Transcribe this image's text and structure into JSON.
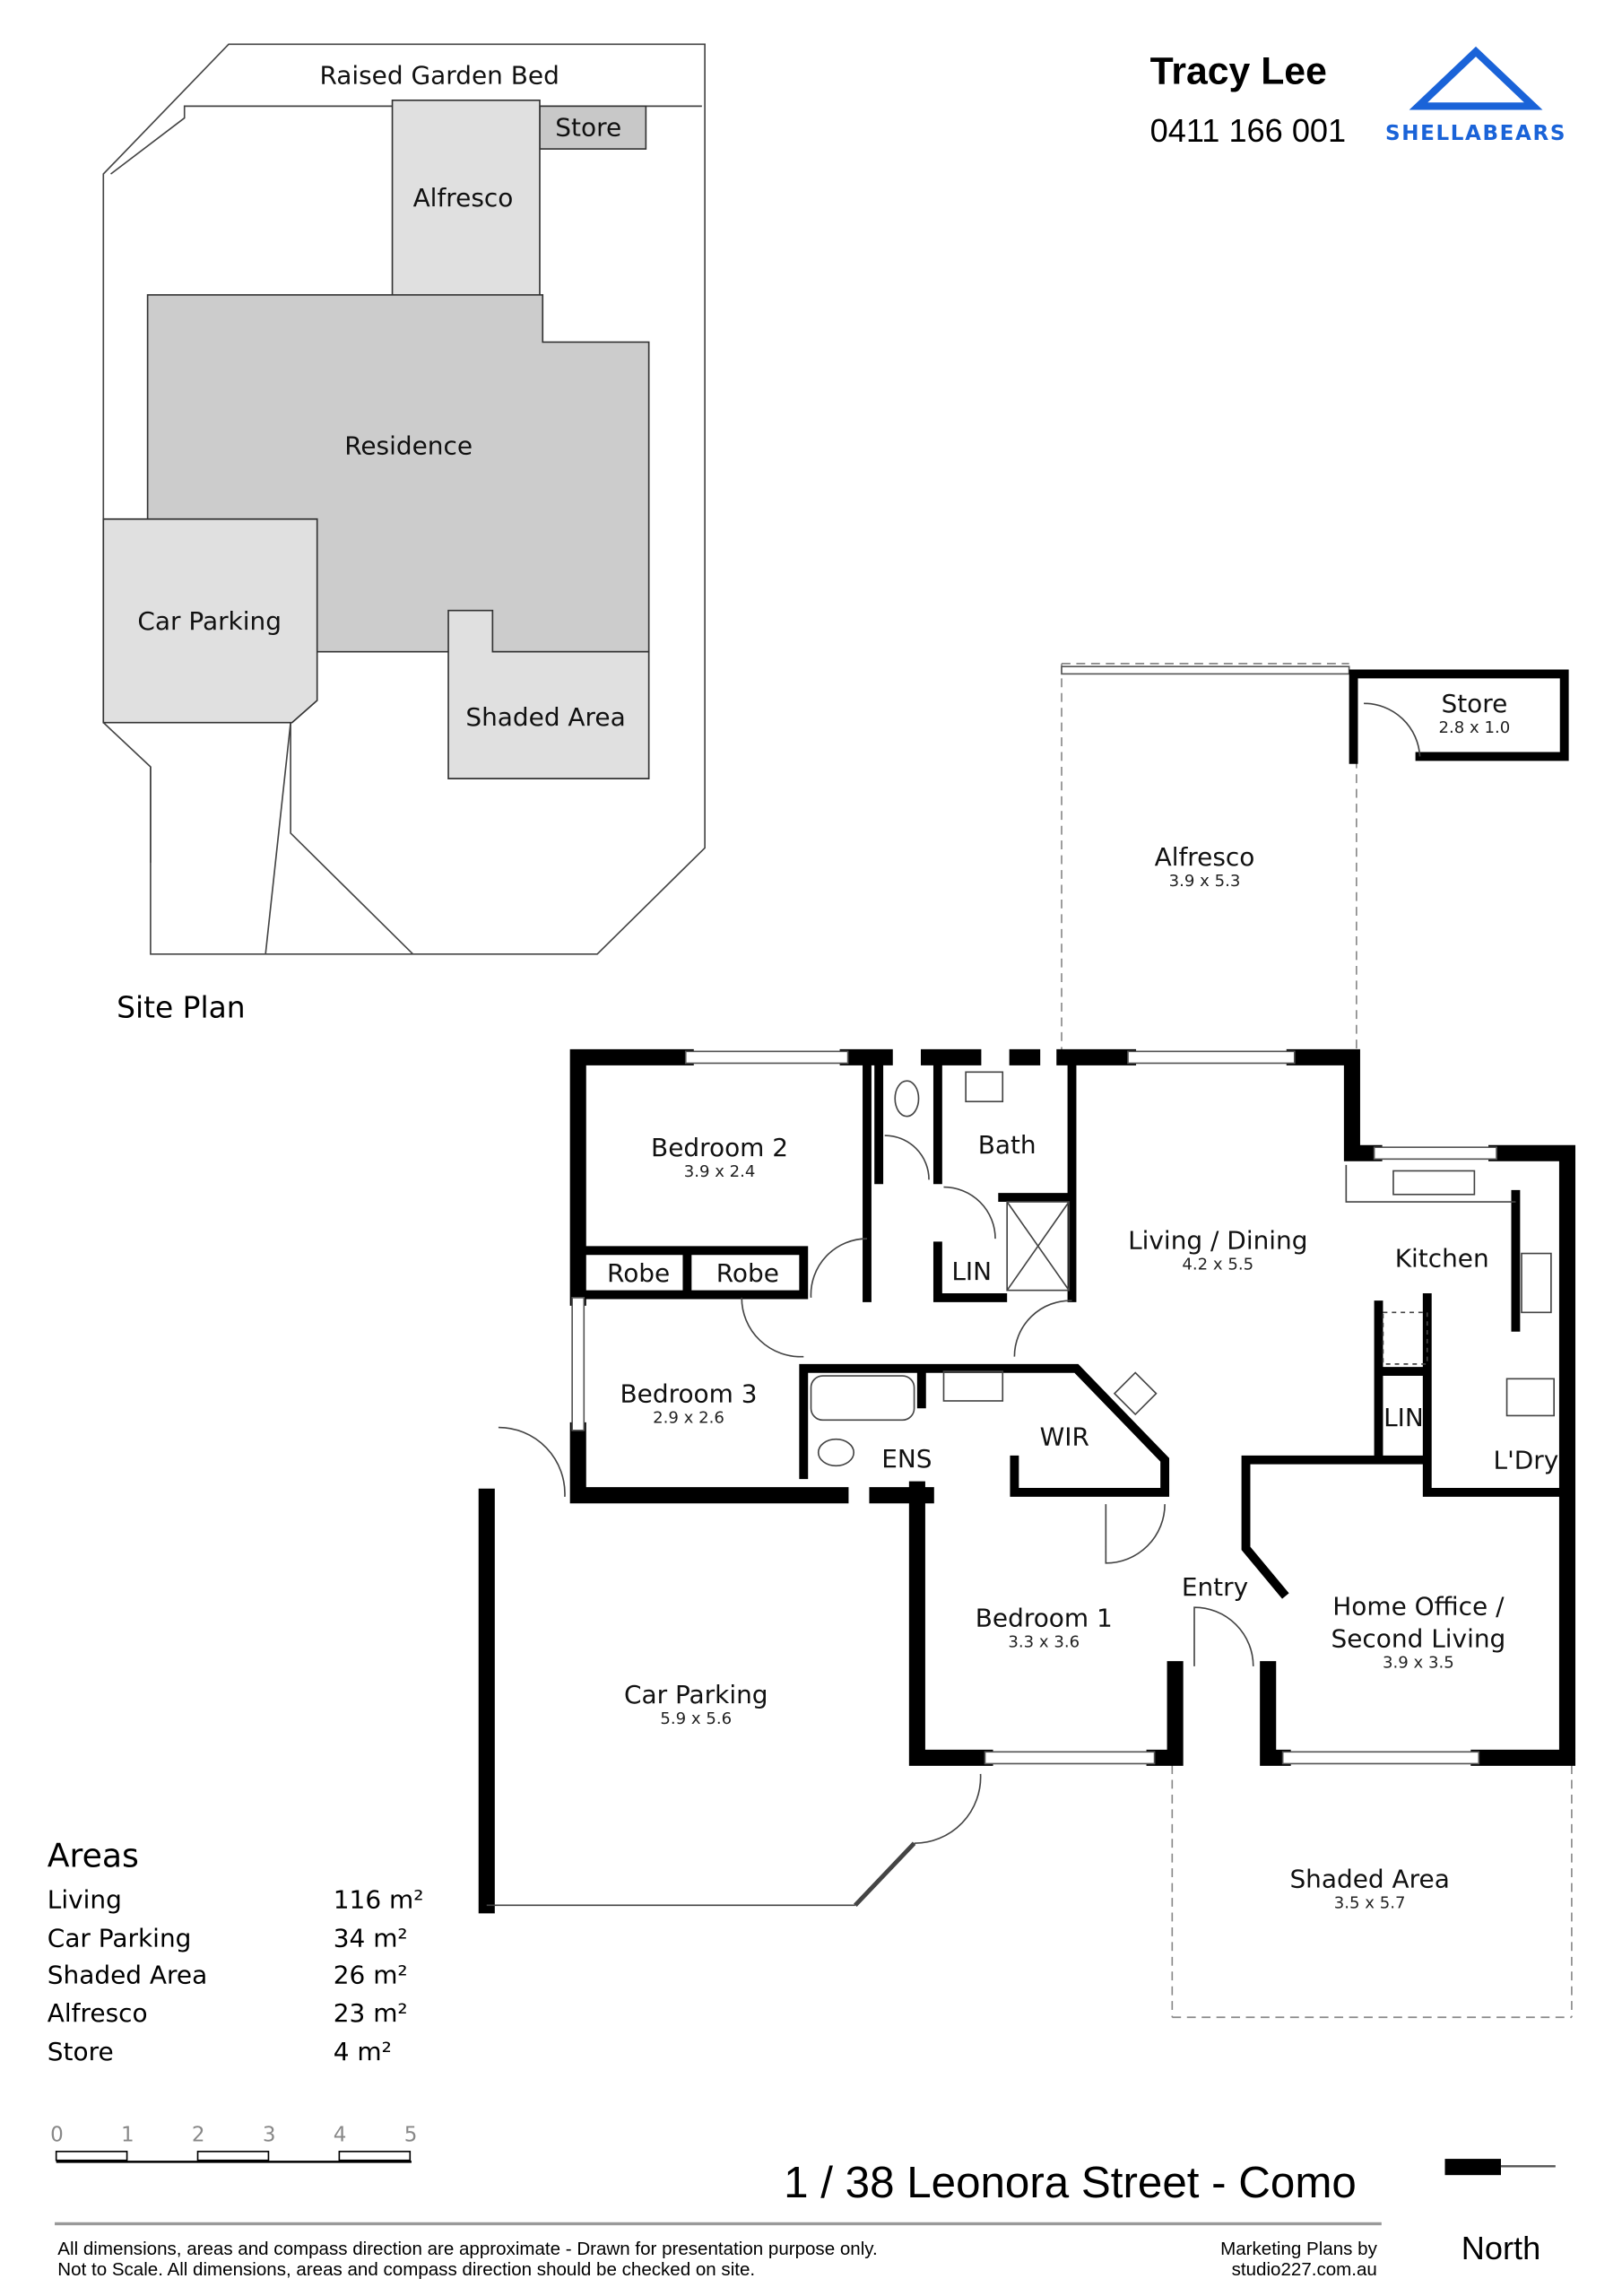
{
  "agent": {
    "name": "Tracy Lee",
    "phone": "0411 166 001"
  },
  "brand": {
    "name": "SHELLABEARS",
    "color": "#1a63d8"
  },
  "site_plan": {
    "title": "Site Plan",
    "labels": {
      "garden": "Raised Garden Bed",
      "store": "Store",
      "alfresco": "Alfresco",
      "residence": "Residence",
      "car": "Car Parking",
      "shaded": "Shaded Area"
    }
  },
  "rooms": [
    {
      "name": "Store",
      "dim": "2.8 x 1.0"
    },
    {
      "name": "Alfresco",
      "dim": "3.9 x 5.3"
    },
    {
      "name": "Bedroom 2",
      "dim": "3.9 x 2.4"
    },
    {
      "name": "Bath",
      "dim": ""
    },
    {
      "name": "Living / Dining",
      "dim": "4.2 x 5.5"
    },
    {
      "name": "Kitchen",
      "dim": ""
    },
    {
      "name": "Robe",
      "dim": ""
    },
    {
      "name": "Robe",
      "dim": ""
    },
    {
      "name": "LIN",
      "dim": ""
    },
    {
      "name": "Bedroom 3",
      "dim": "2.9 x 2.6"
    },
    {
      "name": "WIR",
      "dim": ""
    },
    {
      "name": "LIN",
      "dim": ""
    },
    {
      "name": "ENS",
      "dim": ""
    },
    {
      "name": "L'Dry",
      "dim": ""
    },
    {
      "name": "Entry",
      "dim": ""
    },
    {
      "name": "Bedroom 1",
      "dim": "3.3 x 3.6"
    },
    {
      "name": "Home Office /",
      "name2": "Second Living",
      "dim": "3.9 x 3.5"
    },
    {
      "name": "Car Parking",
      "dim": "5.9 x 5.6"
    },
    {
      "name": "Shaded Area",
      "dim": "3.5 x 5.7"
    }
  ],
  "areas": {
    "title": "Areas",
    "rows": [
      {
        "label": "Living",
        "value": "116 m²"
      },
      {
        "label": "Car Parking",
        "value": "34 m²"
      },
      {
        "label": "Shaded Area",
        "value": "26 m²"
      },
      {
        "label": "Alfresco",
        "value": "23 m²"
      },
      {
        "label": "Store",
        "value": "4 m²"
      }
    ]
  },
  "scale": {
    "ticks": [
      "0",
      "1",
      "2",
      "3",
      "4",
      "5"
    ]
  },
  "address": "1 / 38 Leonora Street - Como",
  "north": "North",
  "disclaimer": {
    "line1": "All dimensions, areas and compass direction are approximate - Drawn for presentation purpose only.",
    "line2": "Not to Scale. All dimensions, areas and compass direction should be checked on site."
  },
  "credit": {
    "line1": "Marketing Plans by",
    "line2": "studio227.com.au"
  }
}
